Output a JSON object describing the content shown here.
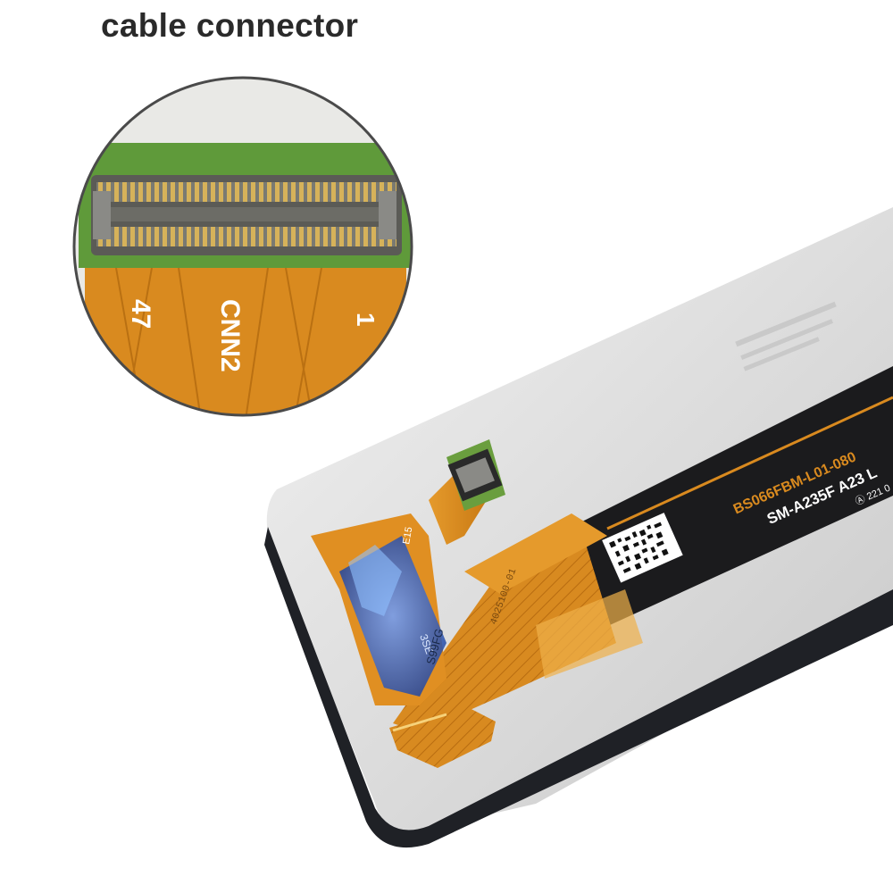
{
  "heading": "cable connector",
  "zoom_inset": {
    "label_right_pin": "1",
    "label_connector": "CNN2",
    "label_left_pin": "47"
  },
  "flex_cable": {
    "part_number": "BS066FBM-L01-080",
    "model": "SM-A235F A23 L",
    "revision": "Ⓐ 221 0",
    "chip_marking_1": "3SE",
    "chip_marking_2": "S99FG",
    "side_mark": "E15"
  },
  "colors": {
    "flex_orange": "#d98a1f",
    "pcb_green": "#5f9a3a",
    "connector_gold": "#c9a24a",
    "panel_gray": "#d8d8d8",
    "chip_blue": "#3b6fd6"
  }
}
